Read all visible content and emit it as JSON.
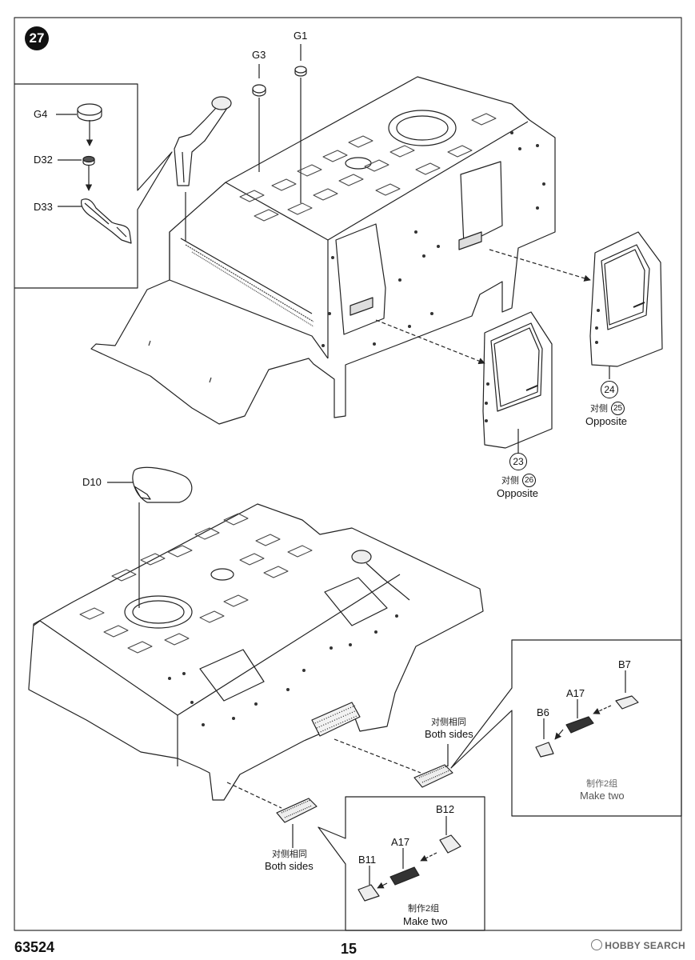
{
  "step_number": "27",
  "labels": {
    "g1": "G1",
    "g3": "G3",
    "g4": "G4",
    "d32": "D32",
    "d33": "D33",
    "d10": "D10",
    "b7": "B7",
    "a17_right": "A17",
    "b6": "B6",
    "b12": "B12",
    "a17_bottom": "A17",
    "b11": "B11"
  },
  "door_right": {
    "part": "24",
    "opposite_part": "25",
    "opposite_cn": "对侧",
    "opposite_en": "Opposite"
  },
  "door_left": {
    "part": "23",
    "opposite_part": "26",
    "opposite_cn": "对侧",
    "opposite_en": "Opposite"
  },
  "both_sides_cn": "对侧相同",
  "both_sides_en": "Both sides",
  "make_two_cn": "制作2组",
  "make_two_en": "Make two",
  "footer": {
    "kit_number": "63524",
    "page_number": "15",
    "watermark": "HOBBY SEARCH"
  }
}
